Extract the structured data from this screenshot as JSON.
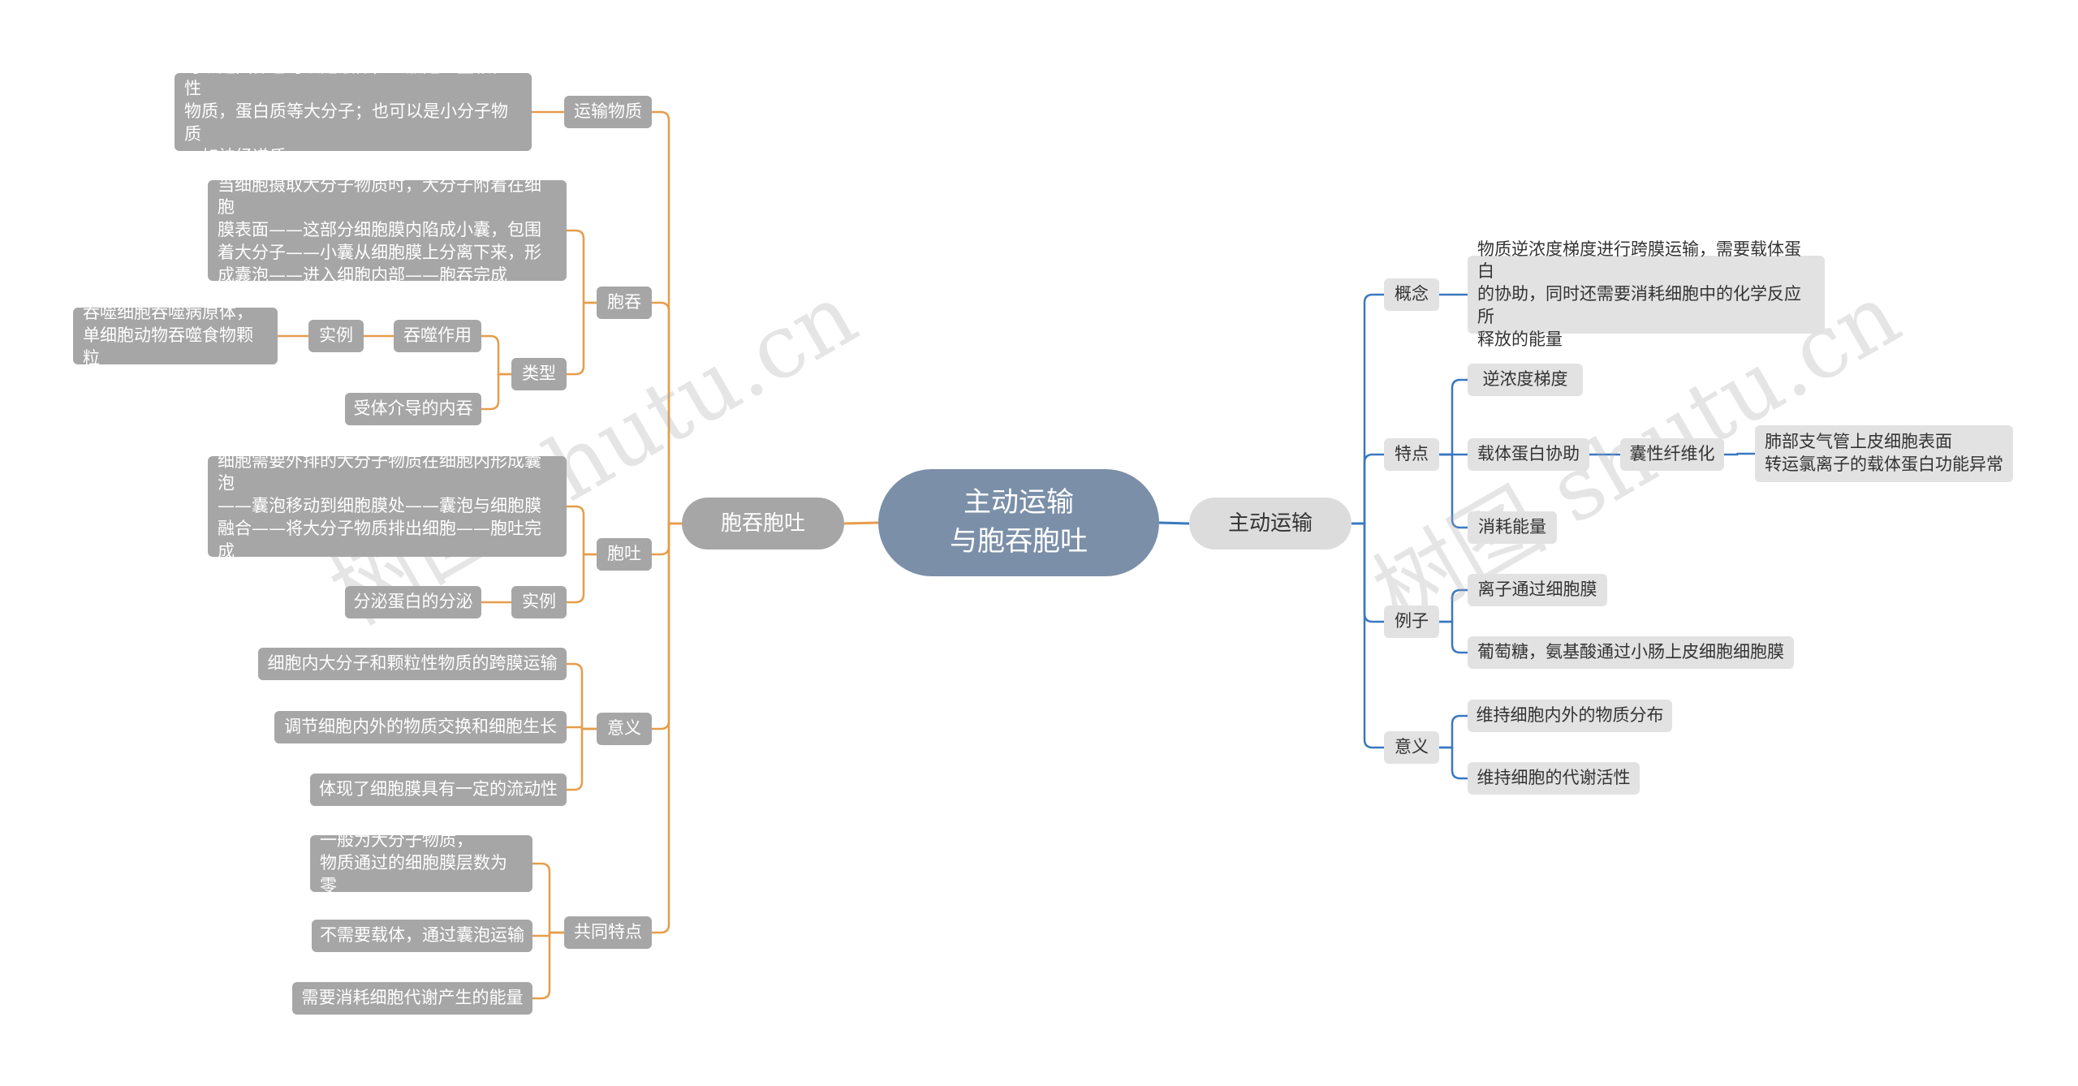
{
  "colors": {
    "left_branch": "#e59d4c",
    "right_branch": "#3a78c0",
    "root_fill": "#7b8fa8",
    "left_node_fill": "#a6a6a6",
    "right_node_fill": "#e2e2e2"
  },
  "root": {
    "label": "主动运输\n与胞吞胞吐"
  },
  "left": {
    "main": "胞吞胞吐",
    "transport": {
      "label": "运输物质",
      "detail": "可以是固体也可以是液体，一般是一些颗粒性\n物质，蛋白质等大分子；也可以是小分子物质\n，如神经递质"
    },
    "endocytosis": {
      "label": "胞吞",
      "process": "当细胞摄取大分子物质时，大分子附着在细胞\n膜表面——这部分细胞膜内陷成小囊，包围\n着大分子——小囊从细胞膜上分离下来，形\n成囊泡——进入细胞内部——胞吞完成",
      "types_label": "类型",
      "phago": "吞噬作用",
      "phago_example_label": "实例",
      "phago_example": "吞噬细胞吞噬病原体，\n单细胞动物吞噬食物颗粒",
      "receptor": "受体介导的内吞"
    },
    "exocytosis": {
      "label": "胞吐",
      "process": "细胞需要外排的大分子物质在细胞内形成囊泡\n——囊泡移动到细胞膜处——囊泡与细胞膜\n融合——将大分子物质排出细胞——胞吐完\n成",
      "example_label": "实例",
      "example": "分泌蛋白的分泌"
    },
    "significance": {
      "label": "意义",
      "items": [
        "细胞内大分子和颗粒性物质的跨膜运输",
        "调节细胞内外的物质交换和细胞生长",
        "体现了细胞膜具有一定的流动性"
      ]
    },
    "common": {
      "label": "共同特点",
      "items": [
        "一般为大分子物质，\n物质通过的细胞膜层数为零",
        "不需要载体，通过囊泡运输",
        "需要消耗细胞代谢产生的能量"
      ]
    }
  },
  "right": {
    "main": "主动运输",
    "concept": {
      "label": "概念",
      "detail": "物质逆浓度梯度进行跨膜运输，需要载体蛋白\n的协助，同时还需要消耗细胞中的化学反应所\n释放的能量"
    },
    "features": {
      "label": "特点",
      "gradient": "逆浓度梯度",
      "carrier": "载体蛋白协助",
      "cf": "囊性纤维化",
      "cf_detail": "肺部支气管上皮细胞表面\n转运氯离子的载体蛋白功能异常",
      "energy": "消耗能量"
    },
    "examples": {
      "label": "例子",
      "items": [
        "离子通过细胞膜",
        "葡萄糖，氨基酸通过小肠上皮细胞细胞膜"
      ]
    },
    "significance": {
      "label": "意义",
      "items": [
        "维持细胞内外的物质分布",
        "维持细胞的代谢活性"
      ]
    }
  },
  "watermark": [
    "树图 shutu.cn",
    "树图 shutu.cn"
  ]
}
